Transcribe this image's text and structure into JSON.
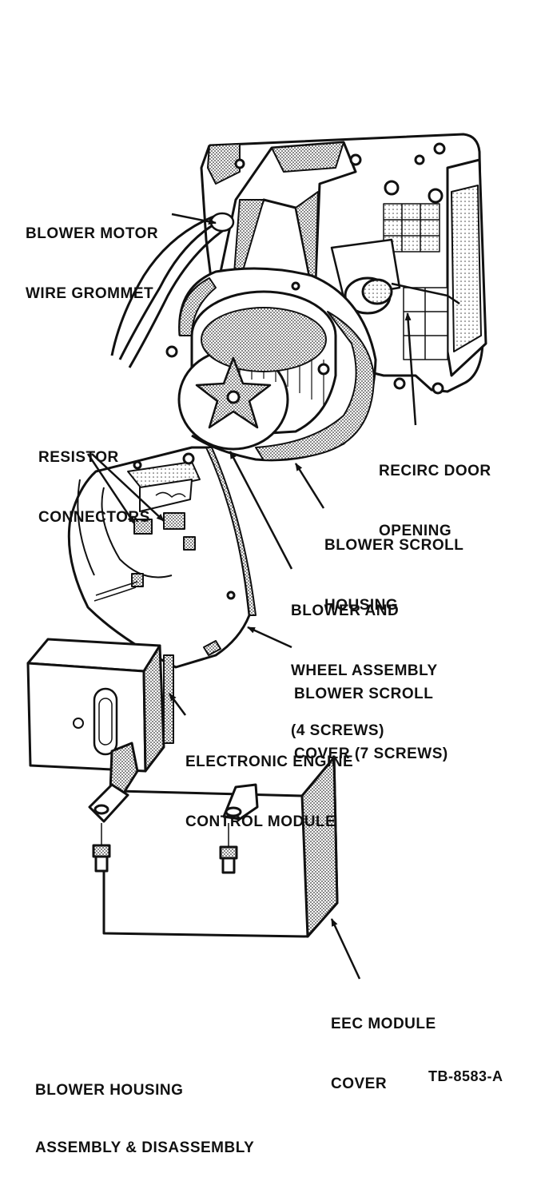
{
  "labels": {
    "blower_motor_wire_grommet": [
      "BLOWER MOTOR",
      "WIRE GROMMET"
    ],
    "resistor_connectors": [
      "RESISTOR",
      "CONNECTORS"
    ],
    "recirc_door_opening": [
      "RECIRC DOOR",
      "OPENING"
    ],
    "blower_scroll_housing": [
      "BLOWER SCROLL",
      "HOUSING"
    ],
    "blower_and_wheel_assembly": [
      "BLOWER AND",
      "WHEEL ASSEMBLY",
      "(4 SCREWS)"
    ],
    "blower_scroll_cover": [
      "BLOWER SCROLL",
      "COVER (7 SCREWS)"
    ],
    "electronic_engine_control_module": [
      "ELECTRONIC ENGINE",
      "CONTROL MODULE"
    ],
    "eec_module_cover": [
      "EEC MODULE",
      "COVER"
    ]
  },
  "caption": [
    "BLOWER HOUSING",
    "ASSEMBLY & DISASSEMBLY"
  ],
  "figure_number": "TB-8583-A",
  "colors": {
    "ink": "#111111",
    "paper": "#ffffff",
    "stipple": "#9a9a9a"
  }
}
